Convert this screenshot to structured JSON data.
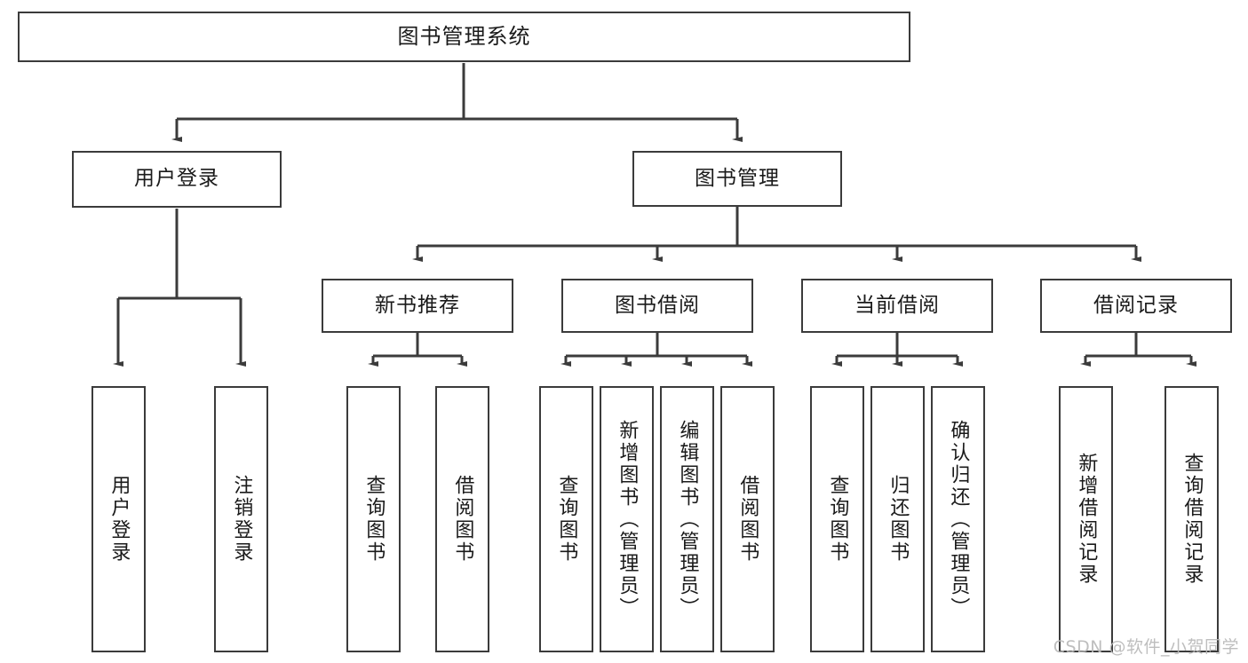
{
  "diagram": {
    "title": "图书管理系统",
    "type": "tree-hierarchy-chart",
    "colors": {
      "box_border": "#3b3b3b",
      "box_fill": "#ffffff",
      "connector": "#3b3b3b",
      "text": "#1a1a1a",
      "watermark": "#b9b9b9",
      "background": "#ffffff"
    },
    "root": {
      "label": "图书管理系统"
    },
    "level1": [
      {
        "label": "用户登录"
      },
      {
        "label": "图书管理"
      }
    ],
    "level2": [
      {
        "label": "新书推荐"
      },
      {
        "label": "图书借阅"
      },
      {
        "label": "当前借阅"
      },
      {
        "label": "借阅记录"
      }
    ],
    "leaves": {
      "user_login": [
        {
          "label": "用户登录"
        },
        {
          "label": "注销登录"
        }
      ],
      "new_book_recommend": [
        {
          "label": "查询图书"
        },
        {
          "label": "借阅图书"
        }
      ],
      "book_borrow": [
        {
          "label": "查询图书"
        },
        {
          "label": "新增图书（管理员）"
        },
        {
          "label": "编辑图书（管理员）"
        },
        {
          "label": "借阅图书"
        }
      ],
      "current_borrow": [
        {
          "label": "查询图书"
        },
        {
          "label": "归还图书"
        },
        {
          "label": "确认归还（管理员）"
        }
      ],
      "borrow_record": [
        {
          "label": "新增借阅记录"
        },
        {
          "label": "查询借阅记录"
        }
      ]
    }
  },
  "watermark": {
    "text": "CSDN @软件_小贺同学"
  }
}
